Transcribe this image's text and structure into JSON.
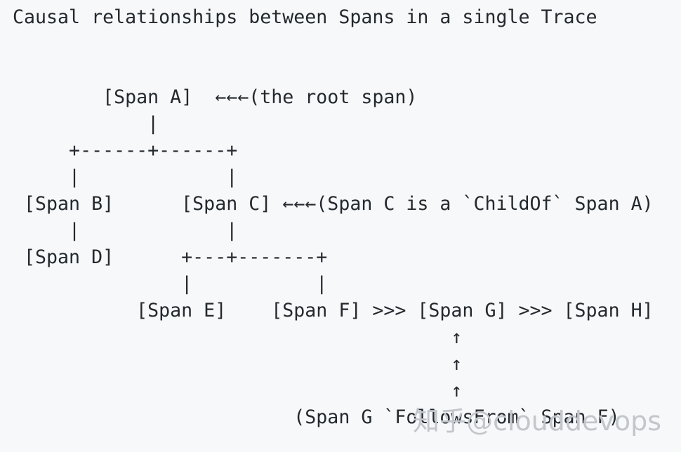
{
  "page": {
    "background_color": "#f6f8fa",
    "text_color": "#24292e"
  },
  "title": "Causal relationships between Spans in a single Trace",
  "diagram": {
    "description": "ASCII tree of Span causal relationships in one Trace",
    "lines": [
      "        [Span A]  ←←←(the root span)",
      "            |",
      "     +------+------+",
      "     |             |",
      " [Span B]      [Span C] ←←←(Span C is a `ChildOf` Span A)",
      "     |             |",
      " [Span D]      +---+-------+",
      "               |           |",
      "           [Span E]    [Span F] >>> [Span G] >>> [Span H]",
      "                                       ↑",
      "                                       ↑",
      "                                       ↑",
      "                         (Span G `FollowsFrom` Span F)"
    ]
  },
  "watermark": {
    "text": "知乎@clouddevops",
    "color": "#c3c6cb"
  }
}
